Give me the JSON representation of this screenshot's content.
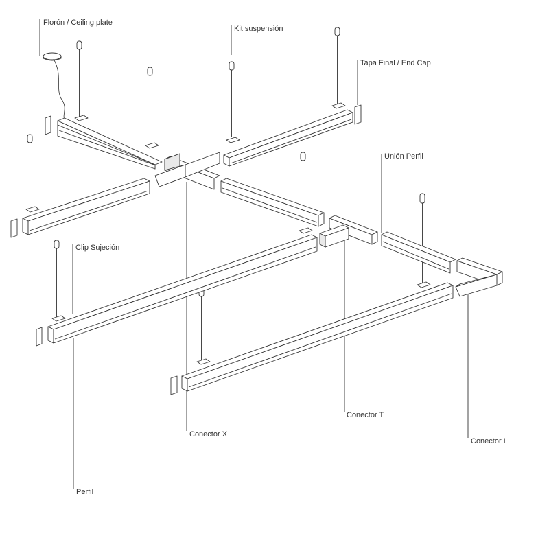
{
  "labels": {
    "ceiling_plate": "Florón / Ceiling plate",
    "suspension_kit": "Kit suspensión",
    "end_cap": "Tapa Final / End Cap",
    "profile_union": "Unión Perfil",
    "fixing_clip": "Clip Sujeción",
    "t_connector": "Conector T",
    "x_connector": "Conector X",
    "l_connector": "Conector L",
    "profile": "Perfil"
  }
}
